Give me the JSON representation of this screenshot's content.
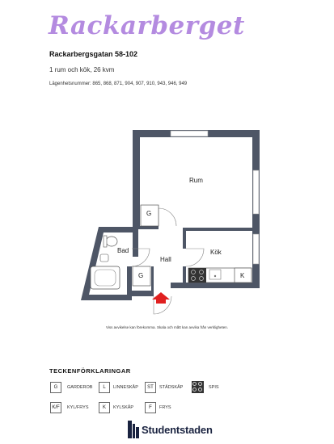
{
  "header": {
    "title": "Rackarberget",
    "address": "Rackarbergsgatan 58-102",
    "size": "1 rum och kök, 26 kvm",
    "apartment_numbers": "Lägenhetsnummer: 865, 868, 871, 904, 907, 910, 943, 946, 949"
  },
  "floorplan": {
    "rooms": {
      "rum": "Rum",
      "bad": "Bad",
      "hall": "Hall",
      "kok": "Kök"
    },
    "markers": {
      "g_upper": "G",
      "g_lower": "G",
      "k": "K"
    },
    "disclaimer": "Viss avvikelse kan förekomma. Skala och mått kan avvika från verkligheten."
  },
  "legend": {
    "title": "TECKENFÖRKLARINGAR",
    "items": [
      {
        "code": "G",
        "label": "GARDEROB"
      },
      {
        "code": "L",
        "label": "LINNESKÅP"
      },
      {
        "code": "ST",
        "label": "STÄDSKÅP"
      },
      {
        "code": "",
        "label": "SPIS"
      },
      {
        "code": "K/F",
        "label": "KYL/FRYS"
      },
      {
        "code": "K",
        "label": "KYLSKÅP"
      },
      {
        "code": "F",
        "label": "FRYS"
      }
    ]
  },
  "brand": {
    "name": "Studentstaden"
  },
  "colors": {
    "title": "#b48be0",
    "wall": "#4e5666",
    "entrance_arrow": "#e02020",
    "brand": "#1a2340"
  }
}
